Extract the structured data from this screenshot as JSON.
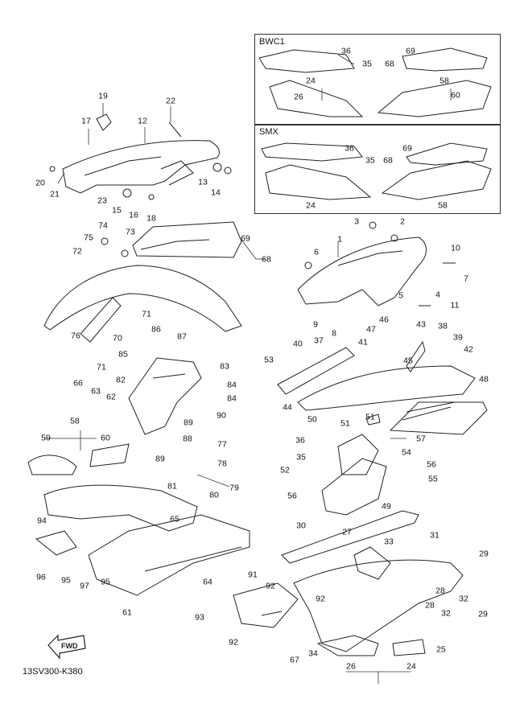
{
  "diagram": {
    "document_code": "13SV300-K380",
    "fwd_label": "FWD",
    "insets": [
      {
        "id": "bwc1",
        "label": "BWC1"
      },
      {
        "id": "smx",
        "label": "SMX"
      }
    ],
    "inset_callouts": {
      "bwc1": [
        "36",
        "35",
        "68",
        "69",
        "24",
        "26",
        "58",
        "60"
      ],
      "smx": [
        "36",
        "35",
        "68",
        "69",
        "24",
        "58"
      ]
    },
    "callouts": [
      "19",
      "22",
      "17",
      "12",
      "20",
      "21",
      "23",
      "15",
      "16",
      "18",
      "13",
      "14",
      "74",
      "75",
      "73",
      "72",
      "69",
      "68",
      "71",
      "70",
      "76",
      "71",
      "86",
      "87",
      "85",
      "83",
      "82",
      "84",
      "84",
      "90",
      "89",
      "88",
      "89",
      "66",
      "63",
      "62",
      "58",
      "59",
      "60",
      "77",
      "78",
      "81",
      "79",
      "80",
      "65",
      "94",
      "96",
      "95",
      "97",
      "95",
      "61",
      "64",
      "91",
      "92",
      "92",
      "93",
      "92",
      "67",
      "34",
      "3",
      "2",
      "1",
      "6",
      "10",
      "7",
      "4",
      "11",
      "5",
      "9",
      "8",
      "43",
      "38",
      "39",
      "46",
      "47",
      "41",
      "40",
      "37",
      "45",
      "42",
      "48",
      "44",
      "53",
      "51",
      "50",
      "51",
      "36",
      "57",
      "35",
      "54",
      "56",
      "52",
      "55",
      "56",
      "30",
      "49",
      "27",
      "31",
      "33",
      "29",
      "28",
      "32",
      "29",
      "28",
      "32",
      "25",
      "26",
      "24"
    ]
  }
}
